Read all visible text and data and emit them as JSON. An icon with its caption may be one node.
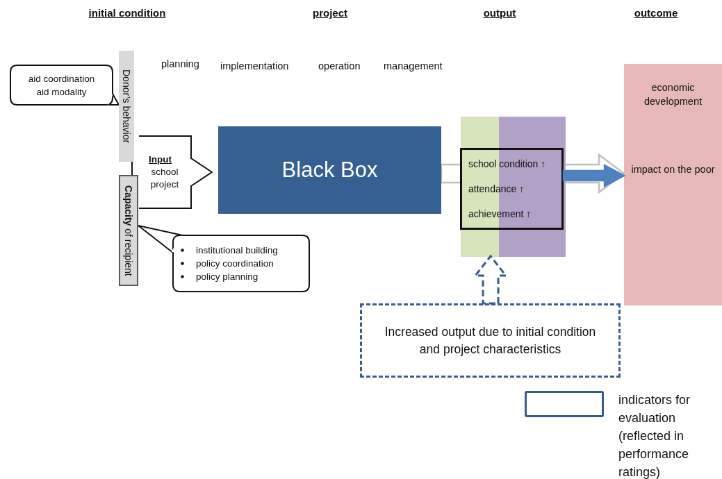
{
  "diagram": {
    "nodes": [
      {
        "text": [
          "Donor’s behavior"
        ]
      },
      {
        "text": [
          "**Capacity** of recipient"
        ]
      },
      {
        "text": [
          "aid coordination",
          "aid modality"
        ]
      },
      {
        "text": [
          "Input",
          "school project"
        ]
      },
      {
        "text": [
          "Black Box"
        ]
      },
      {
        "text": [],
        "shape": "box"
      },
      {
        "text": [
          "school condition ↑",
          "attendance ↑",
          "achievement ↑"
        ],
        "in": 5
      },
      {
        "text": [
          "economic development",
          "impact on the poor"
        ]
      },
      {
        "text": [
          "institutional building",
          "policy coordination",
          "policy planning"
        ]
      },
      {
        "text": [
          "Increased output due to initial condition and project characteristics"
        ]
      }
    ],
    "edges": [
      {
        "from": 0,
        "to": 1,
        "arrow": "none"
      },
      {
        "from": 4,
        "to": 7,
        "arrow": "to",
        "style": "thick",
        "color": "#bfbfbf"
      },
      {
        "from": 6,
        "to": 7,
        "arrow": "to",
        "style": "thick",
        "color": "#4f81bd"
      },
      {
        "from": 9,
        "to": 5,
        "arrow": "to",
        "style": "dashed",
        "color": "#385d8a"
      }
    ],
    "labels": [
      "initial condition",
      "project",
      "output",
      "outcome",
      "planning",
      "implementation",
      "operation",
      "management"
    ],
    "legend": [
      {
        "text": "indicators for evaluation (reflected in performance ratings)"
      }
    ]
  }
}
